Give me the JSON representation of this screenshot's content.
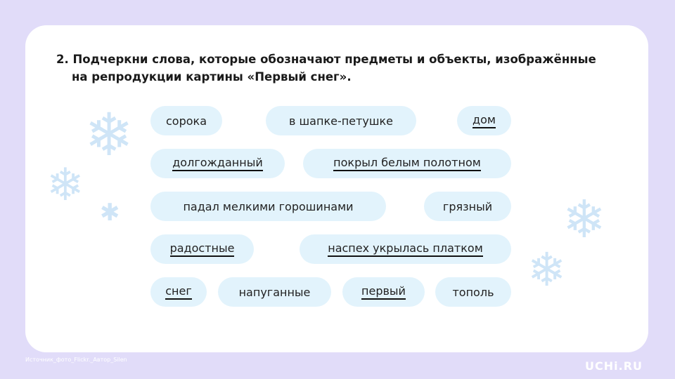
{
  "task": {
    "number": "2.",
    "line1": "Подчеркни слова, которые обозначают предметы и объекты, изображённые",
    "line2": "на репродукции картины «Первый снег»."
  },
  "chips": [
    {
      "label": "сорока",
      "underlined": false
    },
    {
      "label": "в шапке-петушке",
      "underlined": false
    },
    {
      "label": "дом",
      "underlined": true
    },
    {
      "label": "долгожданный",
      "underlined": true
    },
    {
      "label": "покрыл белым полотном",
      "underlined": true
    },
    {
      "label": "падал мелкими горошинами",
      "underlined": false
    },
    {
      "label": "грязный",
      "underlined": false
    },
    {
      "label": "радостные",
      "underlined": true
    },
    {
      "label": "наспех укрылась платком",
      "underlined": true
    },
    {
      "label": "снег",
      "underlined": true
    },
    {
      "label": "напуганные",
      "underlined": false
    },
    {
      "label": "первый",
      "underlined": true
    },
    {
      "label": "тополь",
      "underlined": false
    }
  ],
  "footer": {
    "source": "Источник_фото_Flickr._Автор_Silen",
    "logo": "UCHi.RU"
  },
  "colors": {
    "background": "#e1dcf9",
    "chip": "#e2f3fc",
    "snowflake": "#cfe5f7"
  }
}
